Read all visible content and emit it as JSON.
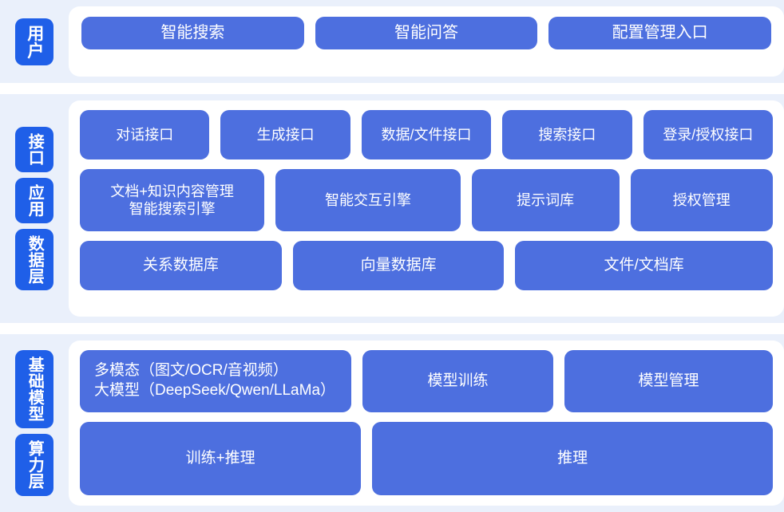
{
  "colors": {
    "node_blue": "#4d6fdf",
    "rail_blue": "#1f5fe8",
    "section_bg": "#eaf0fb",
    "panel_bg": "#ffffff",
    "page_bg": "#ffffff",
    "node_text": "#ffffff"
  },
  "sections": [
    {
      "id": "user",
      "rail_labels": [
        "用户"
      ],
      "rows": [
        {
          "id": "user-entries",
          "nodes": [
            {
              "label": "智能搜索"
            },
            {
              "label": "智能问答"
            },
            {
              "label": "配置管理入口"
            }
          ]
        }
      ]
    },
    {
      "id": "middle",
      "rail_labels": [
        "接口",
        "应用",
        "数据层"
      ],
      "rows": [
        {
          "id": "api",
          "nodes": [
            {
              "label": "对话接口"
            },
            {
              "label": "生成接口"
            },
            {
              "label": "数据/文件接口"
            },
            {
              "label": "搜索接口"
            },
            {
              "label": "登录/授权接口"
            }
          ]
        },
        {
          "id": "app",
          "nodes": [
            {
              "label": "文档+知识内容管理\n智能搜索引擎",
              "flex": "1 1 0"
            },
            {
              "label": "智能交互引擎",
              "flex": "1 1 0"
            },
            {
              "label": "提示词库",
              "flex": "0.78 1 0"
            },
            {
              "label": "授权管理",
              "flex": "0.75 1 0"
            }
          ]
        },
        {
          "id": "data",
          "nodes": [
            {
              "label": "关系数据库",
              "flex": "1 1 0"
            },
            {
              "label": "向量数据库",
              "flex": "1.05 1 0"
            },
            {
              "label": "文件/文档库",
              "flex": "1.3 1 0"
            }
          ]
        }
      ]
    },
    {
      "id": "base",
      "rail_labels": [
        "基础模型",
        "算力层"
      ],
      "rows": [
        {
          "id": "model",
          "nodes": [
            {
              "label": "多模态（图文/OCR/音视频）\n大模型（DeepSeek/Qwen/LLaMa）",
              "variant": "multimodal"
            },
            {
              "label": "模型训练",
              "flex": "1 1 0"
            },
            {
              "label": "模型管理",
              "flex": "1.1 1 0"
            }
          ]
        },
        {
          "id": "compute",
          "nodes": [
            {
              "label": "训练+推理",
              "flex": "1 1 0"
            },
            {
              "label": "推理",
              "flex": "1.45 1 0"
            }
          ]
        }
      ]
    }
  ]
}
